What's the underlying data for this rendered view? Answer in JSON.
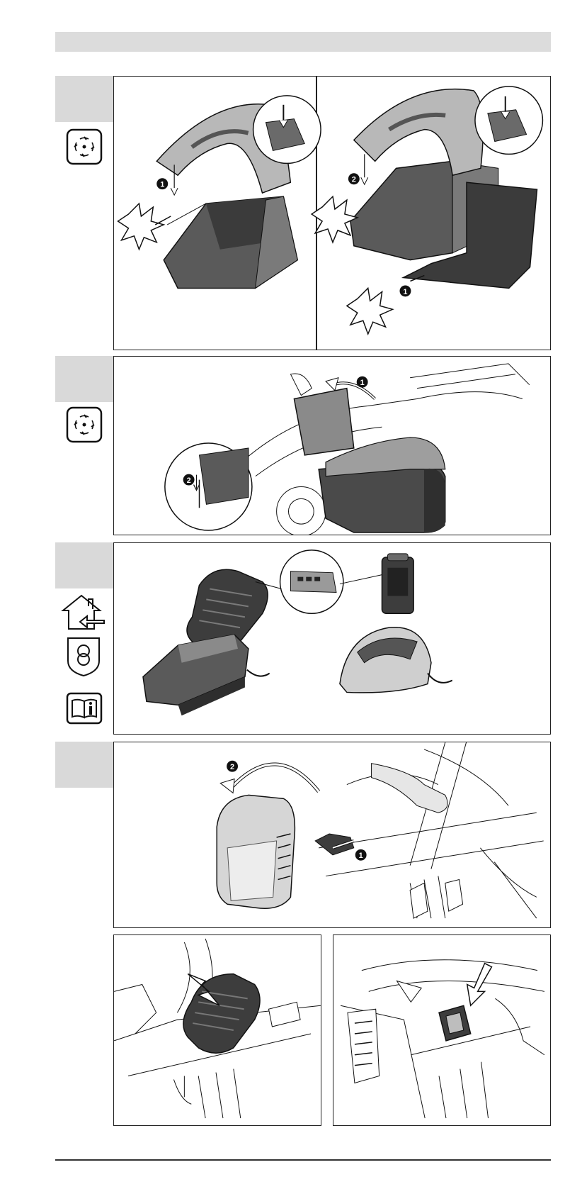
{
  "figures": [
    {
      "id": "fig1",
      "panels": [
        {
          "callouts": [
            "1"
          ]
        },
        {
          "callouts": [
            "2",
            "1"
          ]
        }
      ]
    },
    {
      "id": "fig2",
      "panels": [
        {
          "callouts": [
            "1",
            "2"
          ]
        }
      ]
    },
    {
      "id": "fig3",
      "panels": [
        {
          "callouts": []
        }
      ]
    },
    {
      "id": "fig4",
      "panels": [
        {
          "callouts": [
            "2",
            "1"
          ]
        }
      ]
    },
    {
      "id": "fig5",
      "panels": [
        {
          "callouts": []
        },
        {
          "callouts": []
        }
      ]
    }
  ],
  "side_icons": {
    "fig1": [
      "blade-safety-icon"
    ],
    "fig2": [
      "blade-safety-icon"
    ],
    "fig3": [
      "indoor-use-icon",
      "double-insulation-icon",
      "read-manual-icon"
    ]
  },
  "colors": {
    "tab_gray": "#d9d9d9",
    "header_gray": "#dcdcdc",
    "part_dark": "#4a4a4a",
    "part_light": "#bdbdbd"
  }
}
